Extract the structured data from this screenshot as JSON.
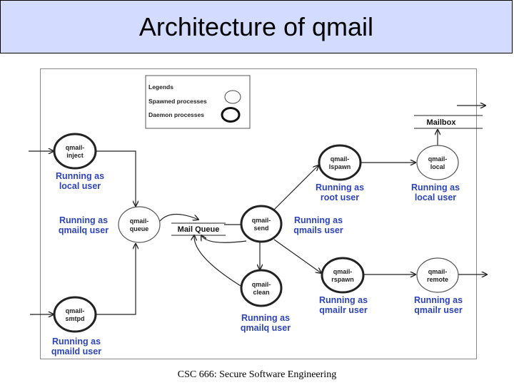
{
  "slide": {
    "title": "Architecture of qmail",
    "footer": "CSC 666: Secure Software Engineering"
  },
  "legend": {
    "title": "Legends",
    "spawned": "Spawned processes",
    "daemon": "Daemon processes"
  },
  "nodes": {
    "qmail_inject": [
      "qmail-",
      "inject"
    ],
    "qmail_smtpd": [
      "qmail-",
      "smtpd"
    ],
    "qmail_queue": [
      "qmail-",
      "queue"
    ],
    "qmail_send": [
      "qmail-",
      "send"
    ],
    "qmail_clean": [
      "qmail-",
      "clean"
    ],
    "qmail_lspawn": [
      "qmail-",
      "lspawn"
    ],
    "qmail_rspawn": [
      "qmail-",
      "rspawn"
    ],
    "qmail_local": [
      "qmail-",
      "local"
    ],
    "qmail_remote": [
      "qmail-",
      "remote"
    ]
  },
  "boxes": {
    "mail_queue": "Mail Queue",
    "mailbox": "Mailbox"
  },
  "run_labels": {
    "inject": [
      "Running as",
      "local user"
    ],
    "queue": [
      "Running as",
      "qmailq user"
    ],
    "smtpd": [
      "Running as",
      "qmaild user"
    ],
    "send": [
      "Running as",
      "qmails user"
    ],
    "clean": [
      "Running as",
      "qmailq user"
    ],
    "lspawn": [
      "Running as",
      "root user"
    ],
    "local": [
      "Running as",
      "local user"
    ],
    "rspawn": [
      "Running as",
      "qmailr user"
    ],
    "remote": [
      "Running as",
      "qmailr user"
    ]
  },
  "colors": {
    "banner": "#d3dcff",
    "run_label": "#2d43b8"
  }
}
